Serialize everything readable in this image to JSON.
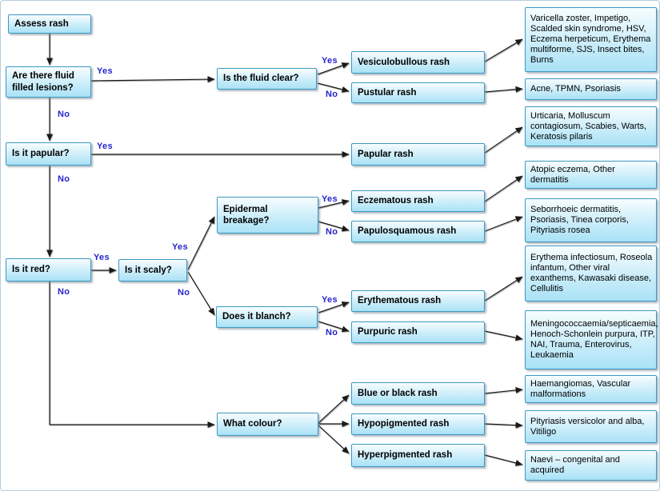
{
  "labels": {
    "yes": "Yes",
    "no": "No"
  },
  "colors": {
    "box_border": "#3e99c2",
    "box_fill_top": "#f7fdfe",
    "box_fill_bottom": "#a9e2f6",
    "edge_label": "#2424cd",
    "connector": "#1a1a1a"
  },
  "nodes": {
    "assess": "Assess rash",
    "fluid": "Are there fluid filled lesions?",
    "papular_q": "Is it papular?",
    "red_q": "Is it red?",
    "fluid_clear": "Is the fluid clear?",
    "scaly": "Is it scaly?",
    "epidermal": "Epidermal breakage?",
    "blanch": "Does it blanch?",
    "colour": "What colour?",
    "vesiculobullous": "Vesiculobullous rash",
    "pustular": "Pustular rash",
    "papular": "Papular rash",
    "eczematous": "Eczematous rash",
    "papulosquamous": "Papulosquamous rash",
    "erythematous": "Erythematous rash",
    "purpuric": "Purpuric rash",
    "blue_black": "Blue or black rash",
    "hypopigmented": "Hypopigmented rash",
    "hyperpigmented": "Hyperpigmented rash",
    "varicella": "Varicella zoster, Impetigo, Scalded skin syndrome, HSV, Eczema herpeticum, Erythema multiforme, SJS, Insect bites, Burns",
    "acne": "Acne, TPMN, Psoriasis",
    "urticaria": "Urticaria, Molluscum contagiosum, Scabies, Warts, Keratosis pilaris",
    "atopic": "Atopic eczema, Other dermatitis",
    "seborrhoeic": "Seborrhoeic dermatitis, Psoriasis, Tinea corporis, Pityriasis rosea",
    "erythema_inf": "Erythema infectiosum, Roseola infantum, Other viral exanthems, Kawasaki disease, Cellulitis",
    "meningo": "Meningococcaemia/septicaemia, Henoch-Schonlein purpura, ITP, NAI, Trauma, Enterovirus, Leukaemia",
    "haemangiomas": "Haemangiomas, Vascular malformations",
    "pityriasis": "Pityriasis versicolor and alba, Vitiligo",
    "naevi": "Naevi – congenital and acquired"
  }
}
